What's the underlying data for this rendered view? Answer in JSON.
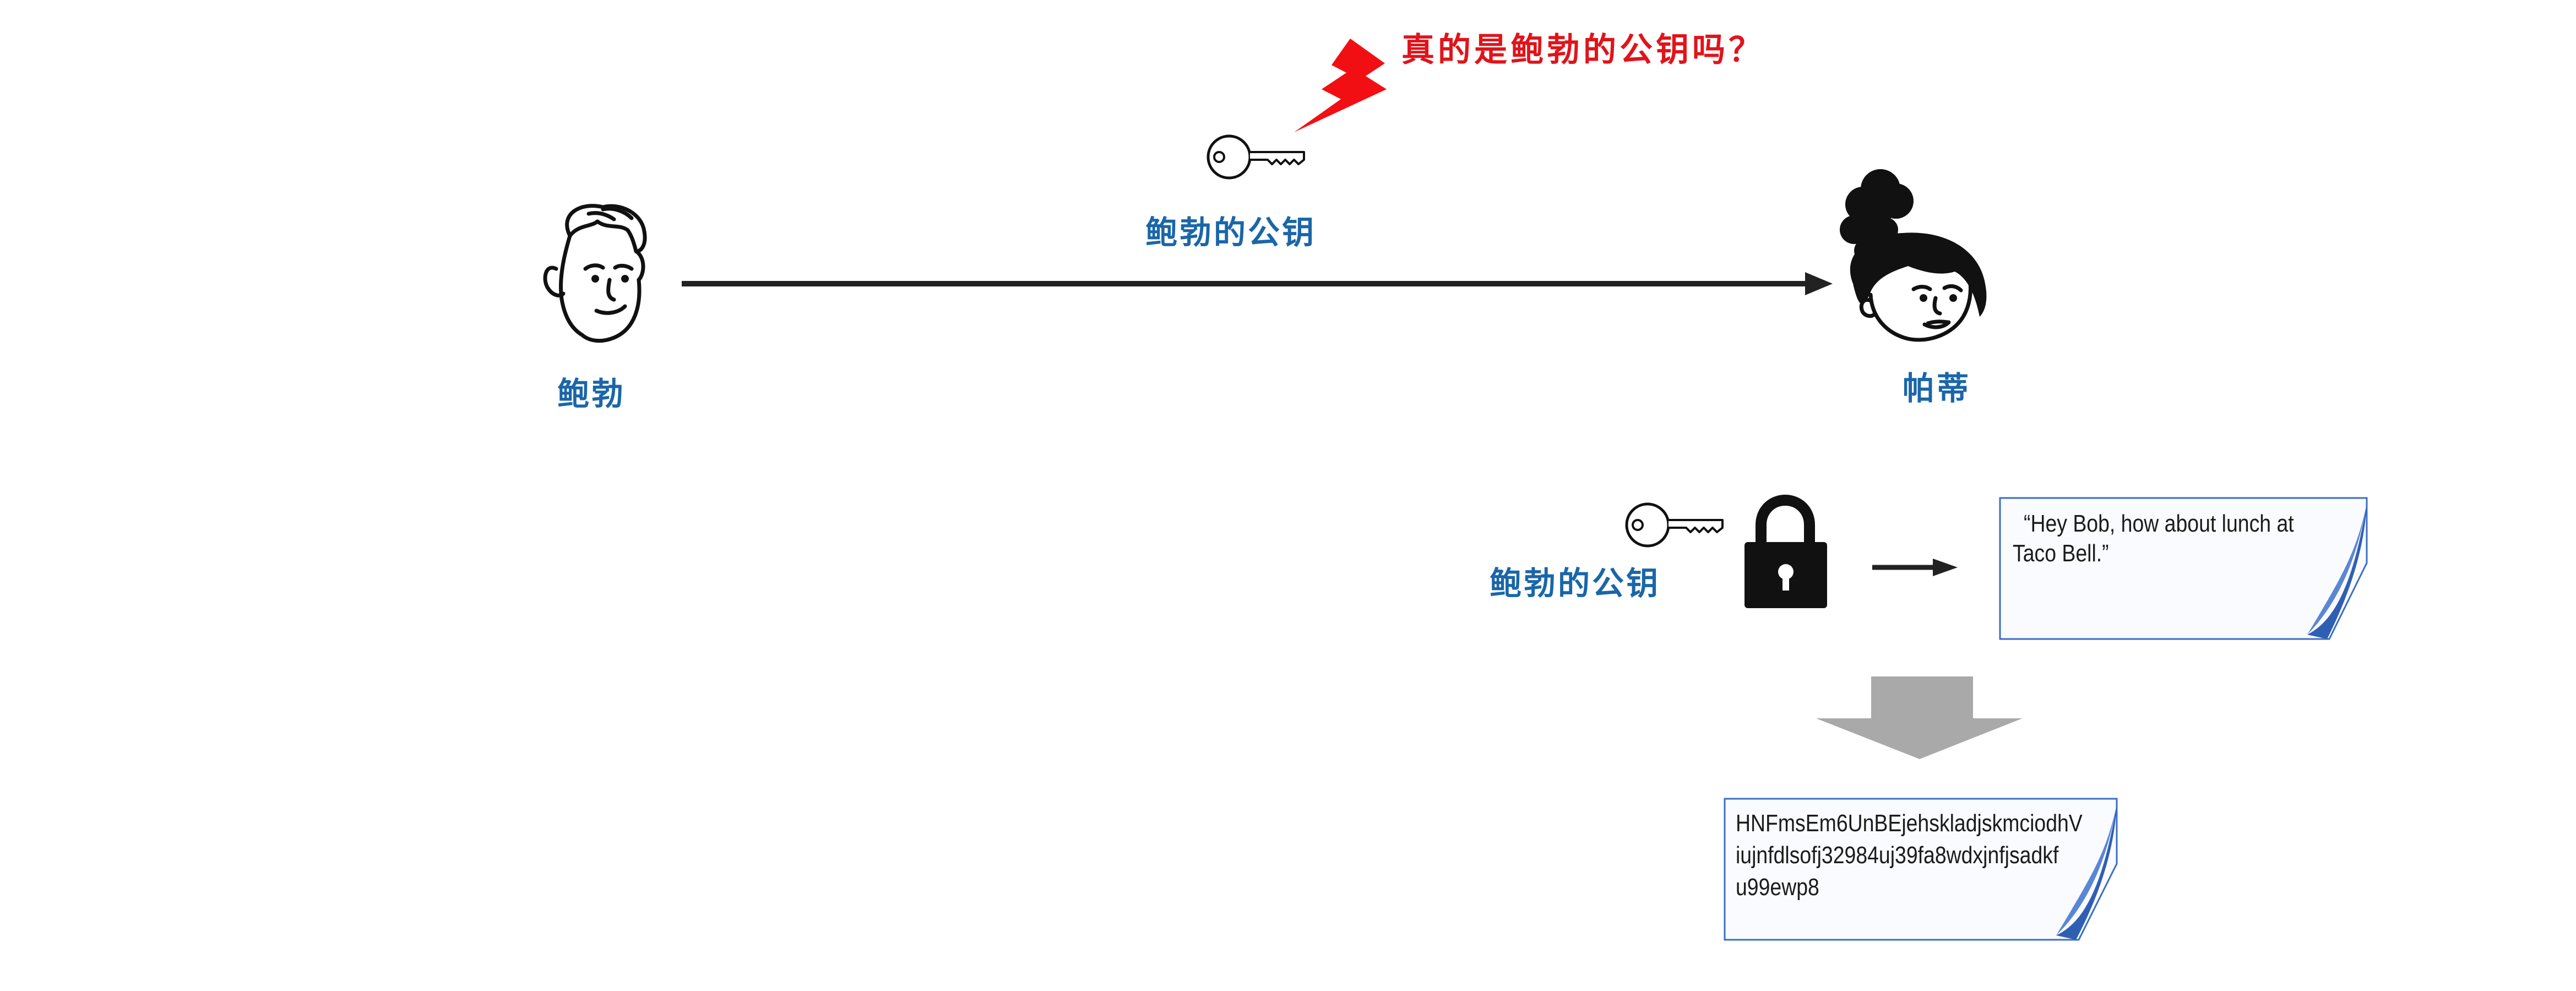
{
  "warning": {
    "text": "真的是鲍勃的公钥吗？"
  },
  "key_transfer": {
    "label": "鲍勃的公钥"
  },
  "bob": {
    "name": "鲍勃"
  },
  "patty": {
    "name": "帕蒂"
  },
  "encryption": {
    "key_label": "鲍勃的公钥",
    "plaintext_lines": [
      "“Hey Bob, how about lunch at",
      "Taco Bell.”"
    ],
    "ciphertext_lines": [
      "HNFmsEm6UnBEjehskladjskmciodhV",
      "iujnfdlsofj32984uj39fa8wdxjnfjsadkf",
      "u99ewp8"
    ]
  },
  "colors": {
    "label_blue": "#1a66a8",
    "warning_red": "#e0141b",
    "note_border": "#3b6fc2",
    "note_fold": "#2f5fb3",
    "down_arrow_gray": "#a9a9a9"
  },
  "icons": [
    "lightning-icon",
    "key-icon",
    "lock-icon",
    "man-face-icon",
    "woman-face-icon"
  ]
}
